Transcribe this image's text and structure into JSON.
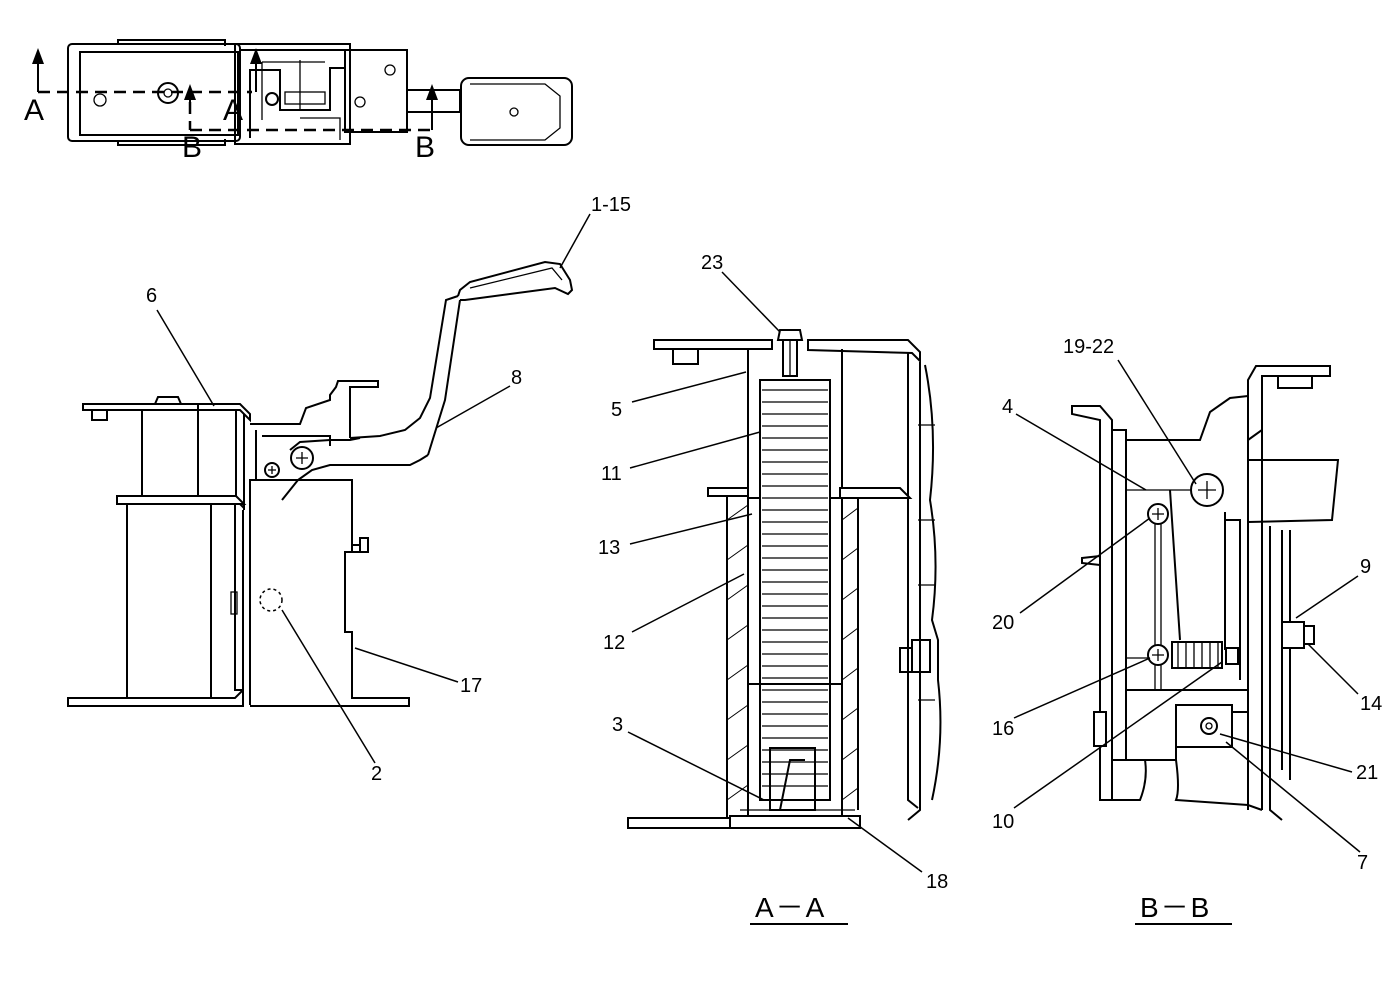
{
  "section_markers": [
    "A",
    "A",
    "B",
    "B"
  ],
  "labels": {
    "p1_15": "1-15",
    "p2": "2",
    "p3": "3",
    "p4": "4",
    "p5": "5",
    "p6": "6",
    "p7": "7",
    "p8": "8",
    "p9": "9",
    "p10": "10",
    "p11": "11",
    "p12": "12",
    "p13": "13",
    "p14": "14",
    "p16": "16",
    "p17": "17",
    "p18": "18",
    "p19_22": "19-22",
    "p20": "20",
    "p21": "21",
    "p23": "23"
  },
  "section_titles": {
    "aa": "A－A",
    "bb": "B－B"
  }
}
